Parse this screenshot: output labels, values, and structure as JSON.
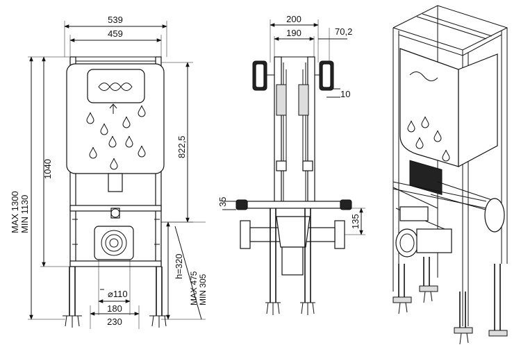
{
  "front_view": {
    "overall_width": "539",
    "frame_width": "459",
    "height_range_max": "MAX 1300",
    "height_range_min": "MIN 1130",
    "frame_height": "1040",
    "cistern_height": "822,5",
    "drain_height": "h=320",
    "drain_range_max": "MAX 475",
    "drain_range_min": "MIN 305",
    "pipe_diameter": "⌀110",
    "foot_spacing_inner": "180",
    "foot_spacing_outer": "230"
  },
  "side_view": {
    "overall_depth": "200",
    "frame_depth": "190",
    "offset": "70,2",
    "bracket_thickness": "10",
    "rail_height": "35",
    "pipe_height": "135"
  },
  "iso_view": {
    "name": "isometric-frame-view"
  }
}
